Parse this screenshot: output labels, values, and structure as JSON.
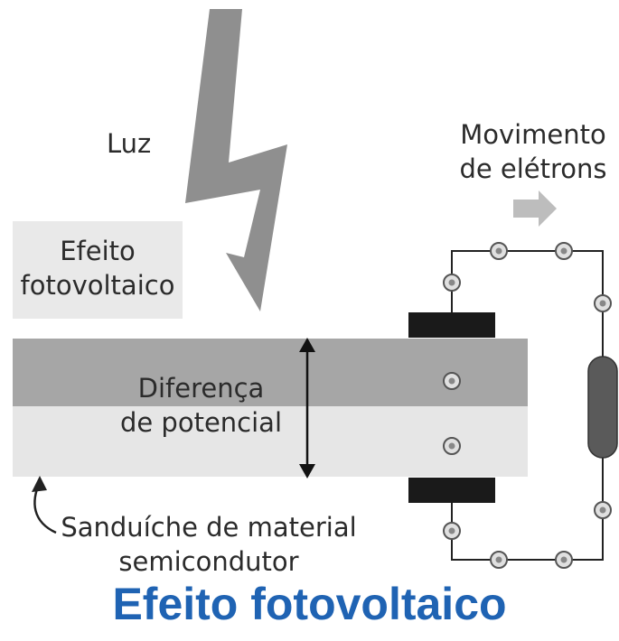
{
  "labels": {
    "light": "Luz",
    "effect_box_line1": "Efeito",
    "effect_box_line2": "fotovoltaico",
    "potential_line1": "Diferença",
    "potential_line2": "de potencial",
    "electron_move_line1": "Movimento",
    "electron_move_line2": "de elétrons",
    "sandwich_line1": "Sanduíche de material",
    "sandwich_line2": "semicondutor"
  },
  "title": "Efeito fotovoltaico",
  "colors": {
    "title": "#1f63b3",
    "text": "#2b2b2b",
    "bolt": "#8f8f8f",
    "upper_layer": "#a6a6a6",
    "lower_layer": "#e6e6e6",
    "effect_box": "#e9e9e9",
    "electrode": "#1a1a1a",
    "resistor": "#5a5a5a",
    "electron_fill": "#e0e0e0",
    "arrow": "#bdbdbd"
  },
  "icons": {
    "electron": "electron-circle-icon",
    "direction": "right-arrow-icon"
  }
}
